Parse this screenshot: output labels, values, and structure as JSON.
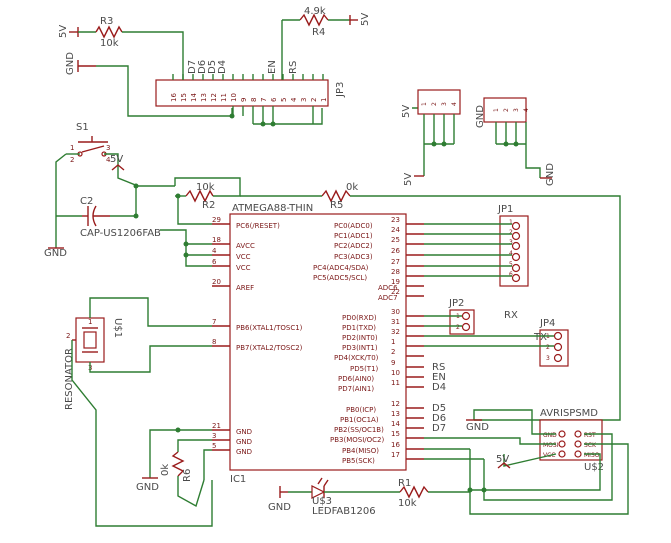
{
  "mcu": {
    "name": "ATMEGA88-THIN",
    "ref": "IC1",
    "left_pins": [
      {
        "num": "29",
        "label": "PC6(/RESET)"
      },
      {
        "num": "18",
        "label": "AVCC"
      },
      {
        "num": "4",
        "label": "VCC"
      },
      {
        "num": "6",
        "label": "VCC"
      },
      {
        "num": "20",
        "label": "AREF"
      },
      {
        "num": "7",
        "label": "PB6(XTAL1/TOSC1)"
      },
      {
        "num": "8",
        "label": "PB7(XTAL2/TOSC2)"
      },
      {
        "num": "21",
        "label": "GND"
      },
      {
        "num": "3",
        "label": "GND"
      },
      {
        "num": "5",
        "label": "GND"
      }
    ],
    "right_pins": [
      {
        "num": "23",
        "label": "PC0(ADC0)"
      },
      {
        "num": "24",
        "label": "PC1(ADC1)"
      },
      {
        "num": "25",
        "label": "PC2(ADC2)"
      },
      {
        "num": "26",
        "label": "PC3(ADC3)"
      },
      {
        "num": "27",
        "label": "PC4(ADC4/SDA)"
      },
      {
        "num": "28",
        "label": "PC5(ADC5/SCL)"
      },
      {
        "num": "19",
        "label": "ADC6"
      },
      {
        "num": "22",
        "label": "ADC7"
      },
      {
        "num": "30",
        "label": "PD0(RXD)"
      },
      {
        "num": "31",
        "label": "PD1(TXD)"
      },
      {
        "num": "32",
        "label": "PD2(INT0)"
      },
      {
        "num": "1",
        "label": "PD3(INT1)"
      },
      {
        "num": "2",
        "label": "PD4(XCK/T0)"
      },
      {
        "num": "9",
        "label": "PD5(T1)"
      },
      {
        "num": "10",
        "label": "PD6(AIN0)"
      },
      {
        "num": "11",
        "label": "PD7(AIN1)"
      },
      {
        "num": "12",
        "label": "PB0(ICP)"
      },
      {
        "num": "13",
        "label": "PB1(OC1A)"
      },
      {
        "num": "14",
        "label": "PB2(SS/OC1B)"
      },
      {
        "num": "15",
        "label": "PB3(MOSI/OC2)"
      },
      {
        "num": "16",
        "label": "PB4(MISO)"
      },
      {
        "num": "17",
        "label": "PB5(SCK)"
      }
    ]
  },
  "net_labels": {
    "pd5": "RS",
    "pd6": "EN",
    "pd7": "D4",
    "pb0": "D5",
    "pb1": "D6",
    "pb2": "D7",
    "rx": "RX",
    "tx": "TX"
  },
  "components": {
    "r3_name": "R3",
    "r3_value": "10k",
    "r4_value": "4.9k",
    "r4_name": "R4",
    "r2_value": "10k",
    "r2_name": "R2",
    "r5_value": "0k",
    "r5_name": "R5",
    "r6_value": "0k",
    "r6_name": "R6",
    "r1_name": "R1",
    "r1_value": "10k",
    "s1": "S1",
    "c2_name": "C2",
    "c2_value": "CAP-US1206FAB",
    "u1": "U$1",
    "resonator": "RESONATOR",
    "u3": "U$3",
    "led": "LEDFAB1206",
    "u2": "U$2",
    "isp": "AVRISPSMD",
    "jp1": "JP1",
    "jp2": "JP2",
    "jp3": "JP3",
    "jp4": "JP4"
  },
  "jp3_pins": [
    "16",
    "15",
    "14",
    "13",
    "12",
    "11",
    "10",
    "9",
    "8",
    "7",
    "6",
    "5",
    "4",
    "3",
    "2",
    "1"
  ],
  "jp3_labels": [
    "D7",
    "D6",
    "D5",
    "D4",
    "EN",
    "RS"
  ],
  "jp1_pins": [
    "1",
    "2",
    "3",
    "4",
    "5",
    "6"
  ],
  "isp_left": [
    "GND",
    "MOSI",
    "VCC"
  ],
  "isp_right": [
    "RST",
    "SCK",
    "MISO"
  ],
  "supply_labels": {
    "v5": "5V",
    "gnd": "GND"
  }
}
